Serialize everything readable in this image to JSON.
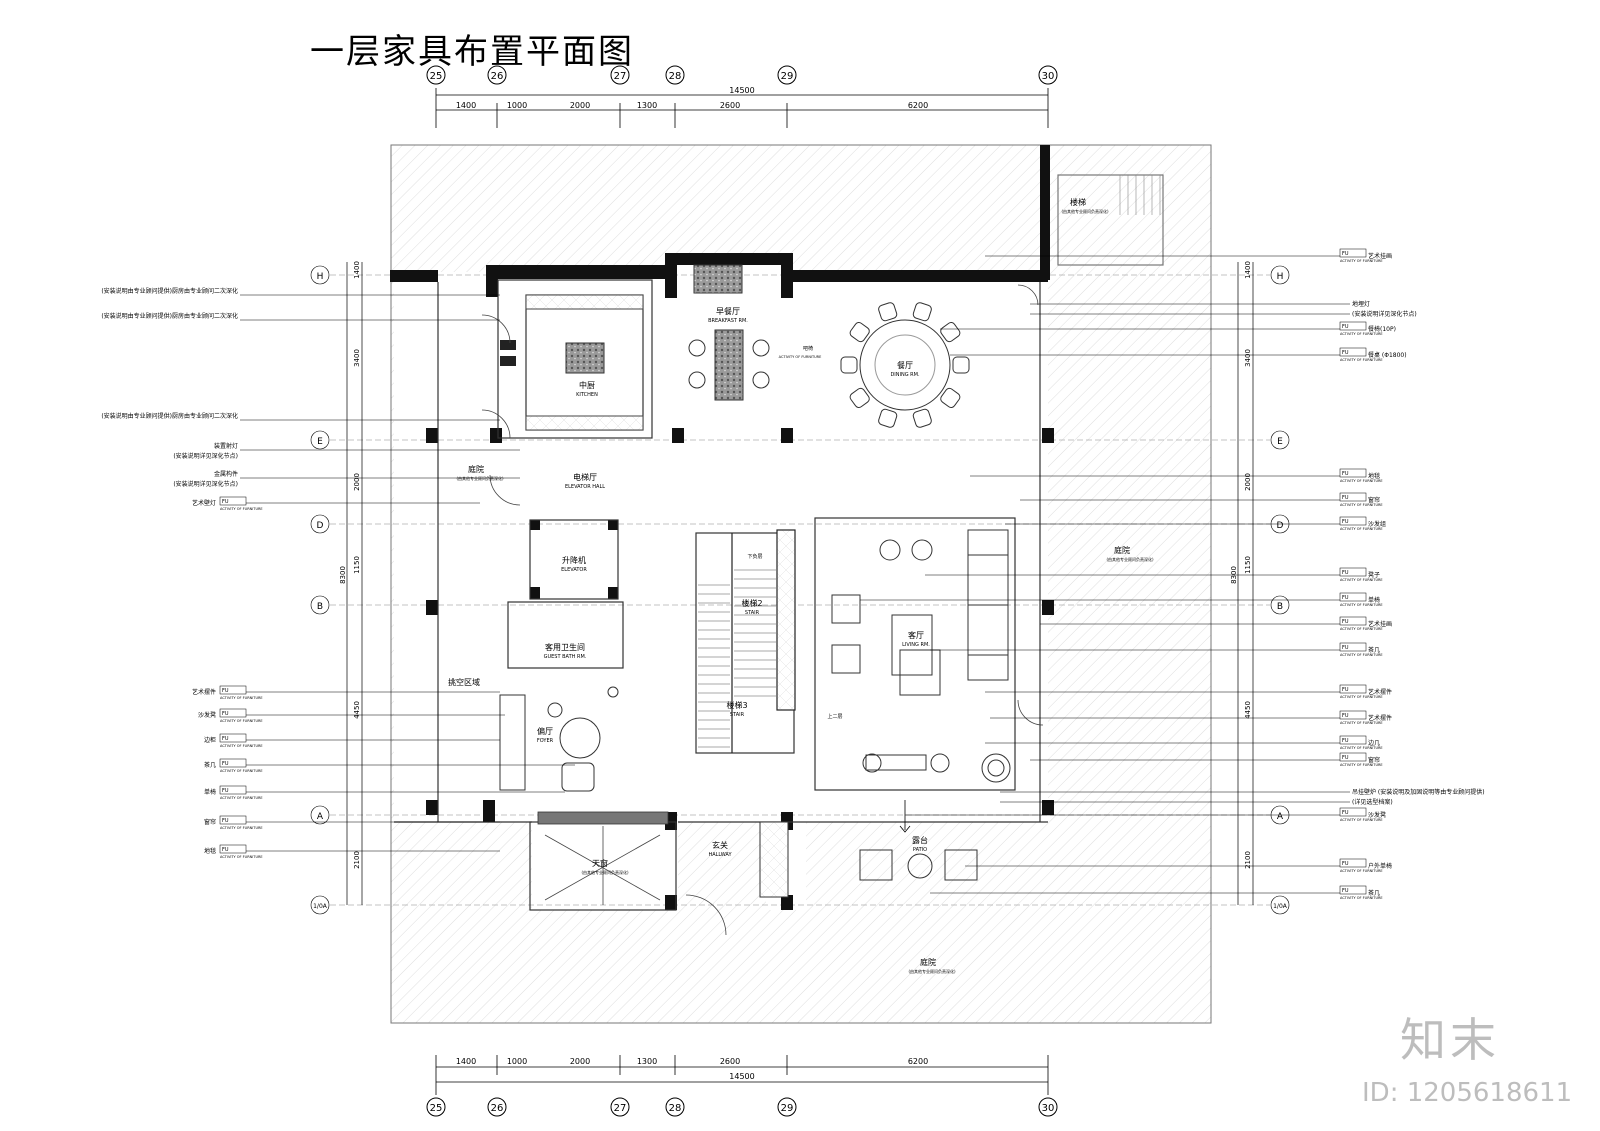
{
  "title": "一层家具布置平面图",
  "brand": "知末",
  "drawing_id": "ID: 1205618611",
  "grid_columns": [
    "25",
    "26",
    "27",
    "28",
    "29",
    "30"
  ],
  "grid_rows": [
    "H",
    "E",
    "D",
    "B",
    "A",
    "1/0A"
  ],
  "dimensions": {
    "top_total": "14500",
    "top_segments": [
      "1400",
      "1000",
      "2000",
      "1300",
      "2600",
      "6200"
    ],
    "side_total": "8300",
    "side_segments": [
      "1400",
      "3400",
      "2000",
      "1150",
      "4450",
      "2100"
    ]
  },
  "rooms": {
    "stair_top": "楼梯",
    "stair_top_note": "(由其他专业顾问负责深化)",
    "kitchen": "中厨",
    "kitchen_en": "KITCHEN",
    "breakfast": "早餐厅",
    "breakfast_en": "BREAKFAST RM.",
    "dining": "餐厅",
    "dining_en": "DINING RM.",
    "courtyard_left": "庭院",
    "courtyard_left_note": "(由其他专业顾问负责深化)",
    "elevator_hall": "电梯厅",
    "elevator_hall_en": "ELEVATOR HALL",
    "lift": "升降机",
    "lift_en": "ELEVATOR",
    "guest_bath": "客用卫生间",
    "guest_bath_en": "GUEST BATH RM.",
    "stair2": "楼梯2",
    "stair2_en": "STAIR",
    "stair3": "楼梯3",
    "stair3_en": "STAIR",
    "stair_down": "下负层",
    "stair_up": "上二层",
    "living": "客厅",
    "living_en": "LIVING RM.",
    "courtyard_right": "庭院",
    "courtyard_right_note": "(由其他专业顾问负责深化)",
    "void_area": "挑空区域",
    "foyer": "偏厅",
    "foyer_en": "FOYER",
    "skylight": "天窗",
    "skylight_note": "(由其他专业顾问负责深化)",
    "hallway": "玄关",
    "hallway_en": "HALLWAY",
    "patio": "露台",
    "patio_en": "PATIO",
    "courtyard_bottom": "庭院",
    "courtyard_bottom_note": "(由其他专业顾问负责深化)"
  },
  "tag": {
    "code": "FU",
    "sub": "ACTIVITY OF FURNITURE"
  },
  "left_notes": [
    "(安装说明由专业顾问提供)厨房由专业顾问二次深化",
    "(安装说明由专业顾问提供)厨房由专业顾问二次深化",
    "(安装说明由专业顾问提供)厨房由专业顾问二次深化",
    "装置射灯",
    "(安装说明详见深化节点)",
    "金属构件",
    "(安装说明详见深化节点)",
    "艺术壁灯"
  ],
  "left_tag_labels": [
    "艺术摆件",
    "沙发凳",
    "边柜",
    "茶几",
    "单椅",
    "窗帘",
    "地毯"
  ],
  "right_labels": [
    "艺术挂画",
    "地埋灯",
    "(安装说明详见深化节点)",
    "餐椅(10P)",
    "餐桌 (Φ1800)",
    "地毯",
    "窗帘",
    "沙发组",
    "凳子",
    "单椅",
    "艺术挂画",
    "茶几",
    "艺术摆件",
    "艺术摆件",
    "边几",
    "窗帘",
    "吊挂壁炉 (安装说明及加固说明等由专业顾问提供)",
    "(详见选型档案)",
    "沙发凳",
    "户外单椅",
    "茶几"
  ],
  "furniture_notes": {
    "armchair": "吧椅",
    "dining_note": "ACTIVITY OF FURNITURE"
  }
}
